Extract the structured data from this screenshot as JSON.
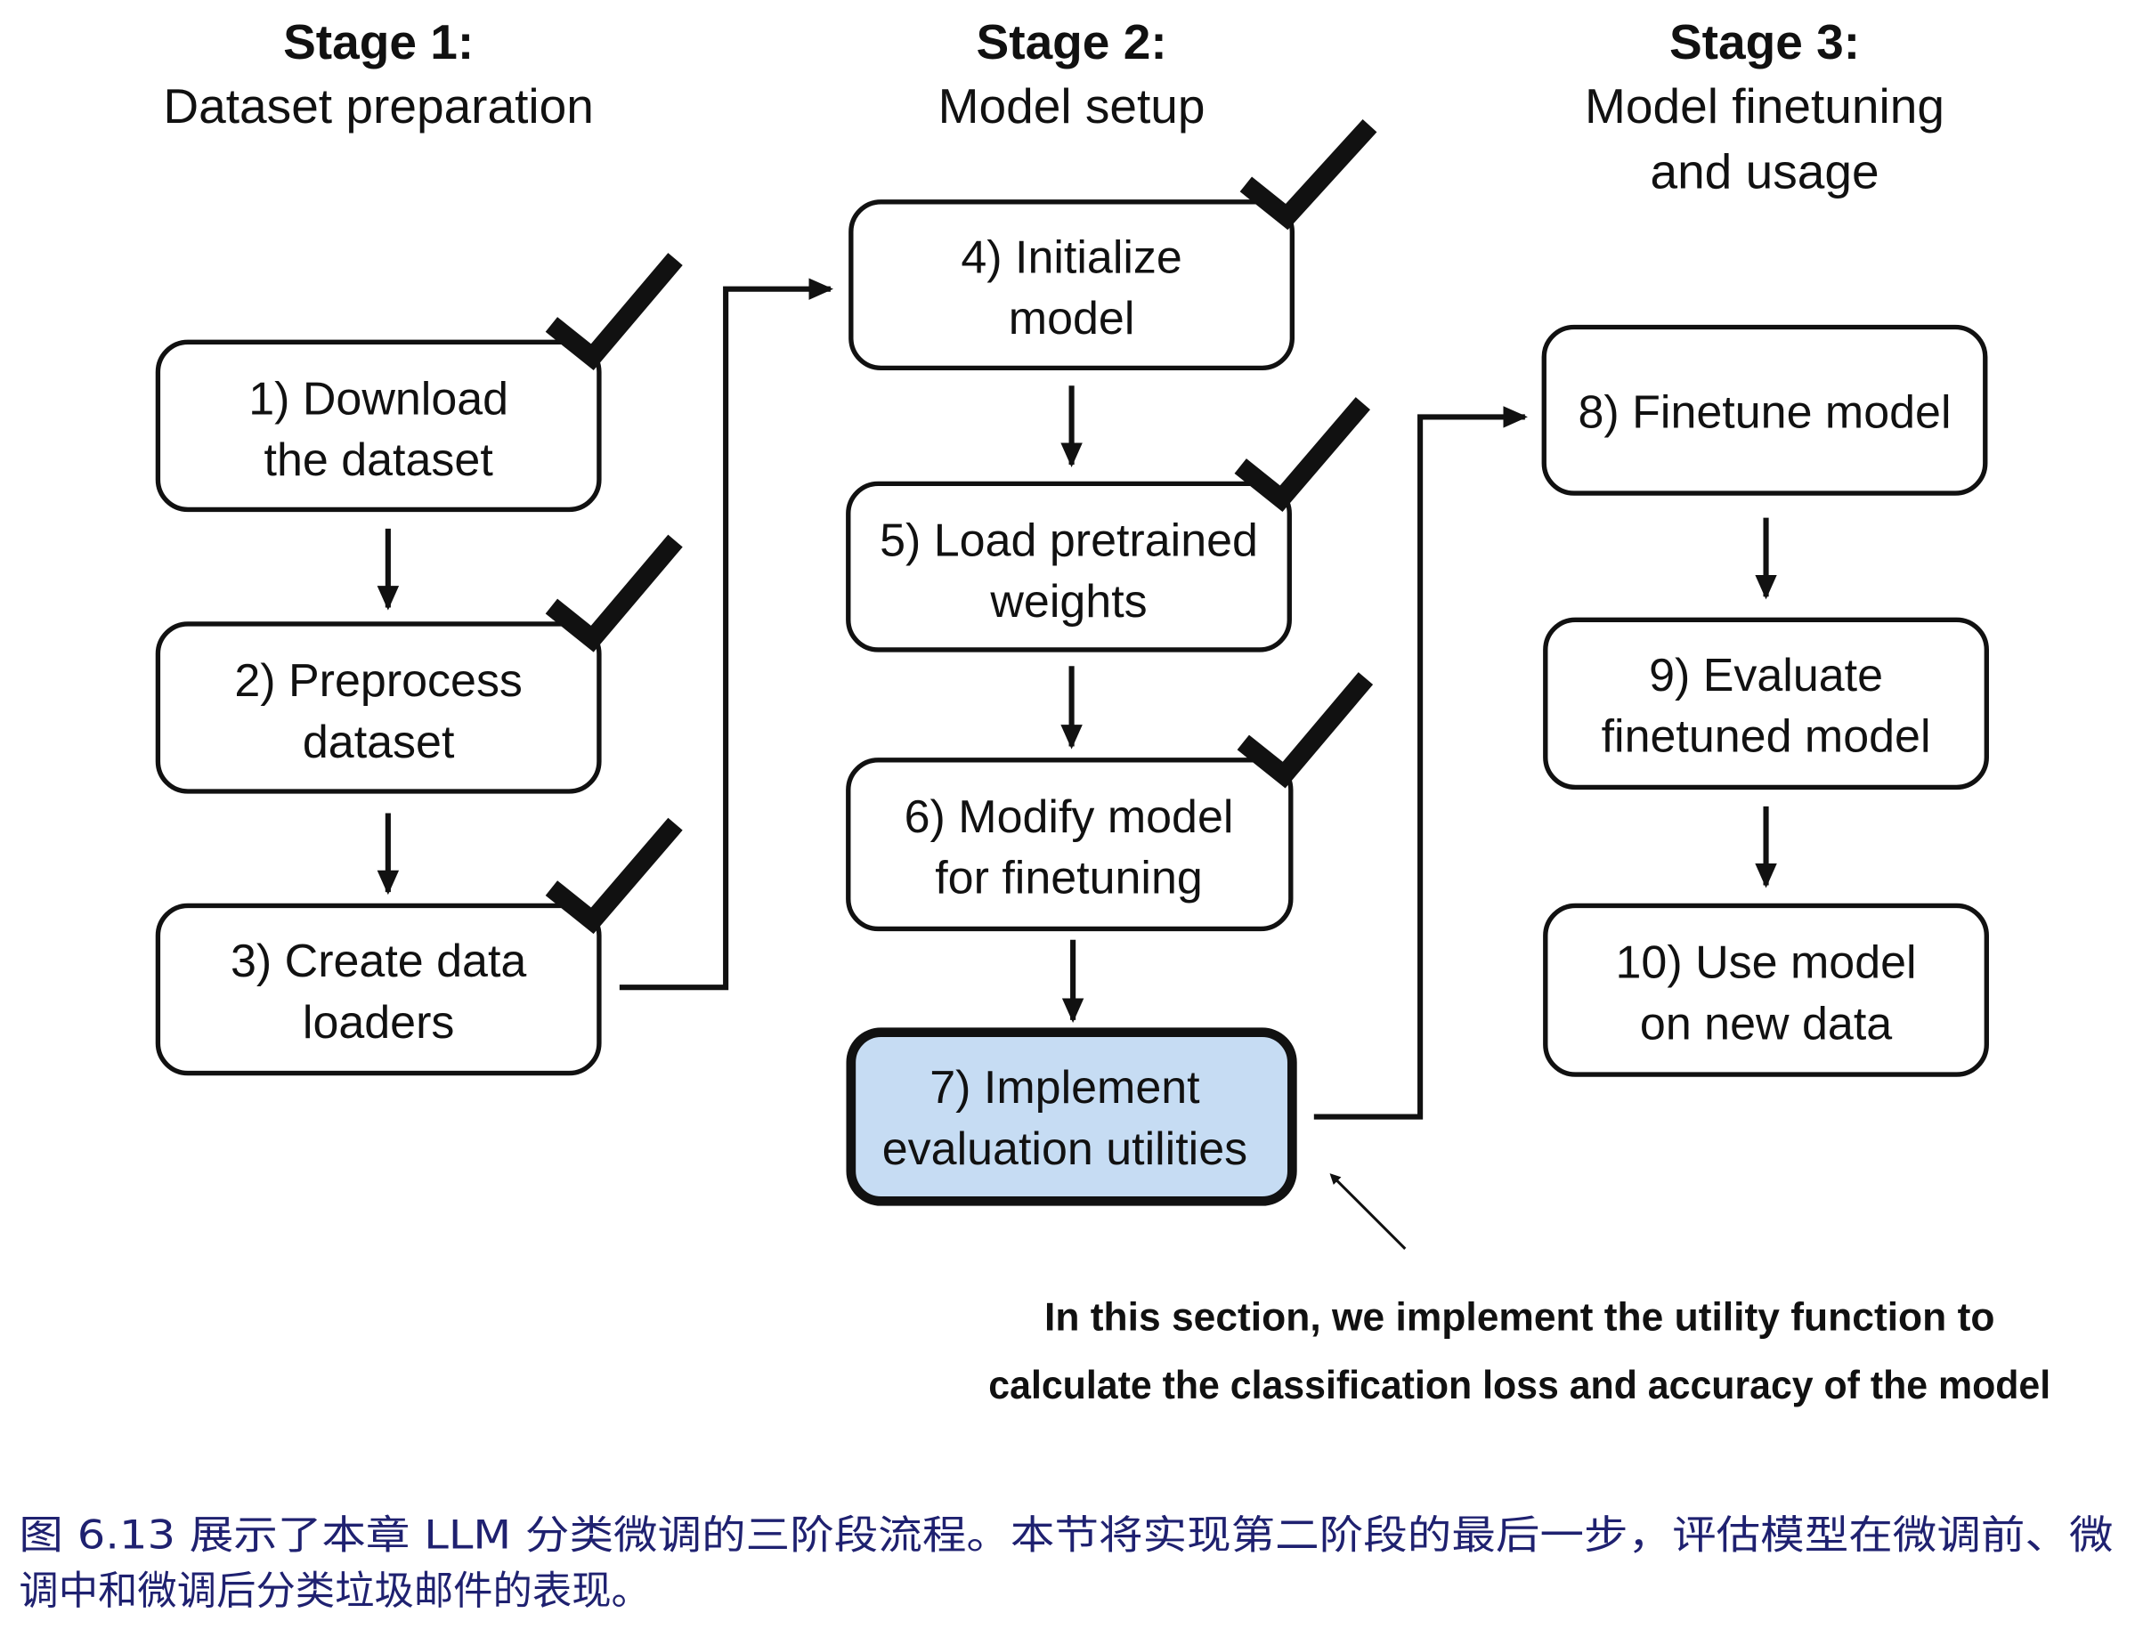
{
  "stages": [
    {
      "title": "Stage 1:",
      "subtitle": [
        "Dataset preparation"
      ]
    },
    {
      "title": "Stage 2:",
      "subtitle": [
        "Model setup"
      ]
    },
    {
      "title": "Stage 3:",
      "subtitle": [
        "Model finetuning",
        "and usage"
      ]
    }
  ],
  "steps": [
    {
      "lines": [
        "1) Download",
        "the dataset"
      ],
      "checked": true
    },
    {
      "lines": [
        "2) Preprocess",
        "dataset"
      ],
      "checked": true
    },
    {
      "lines": [
        "3) Create data",
        "loaders"
      ],
      "checked": true
    },
    {
      "lines": [
        "4) Initialize",
        "model"
      ],
      "checked": true
    },
    {
      "lines": [
        "5) Load pretrained",
        "weights"
      ],
      "checked": true
    },
    {
      "lines": [
        "6) Modify model",
        "for finetuning"
      ],
      "checked": true
    },
    {
      "lines": [
        "7) Implement",
        "evaluation utilities"
      ],
      "checked": false,
      "highlighted": true
    },
    {
      "lines": [
        "8) Finetune model"
      ],
      "checked": false
    },
    {
      "lines": [
        "9) Evaluate",
        "finetuned model"
      ],
      "checked": false
    },
    {
      "lines": [
        "10) Use model",
        "on new data"
      ],
      "checked": false
    }
  ],
  "annotation": [
    "In this section, we implement the utility function to",
    "calculate the classification loss and accuracy of the model"
  ],
  "caption": [
    "图 6.13 展示了本章 LLM 分类微调的三阶段流程。本节将实现第二阶段的最后一步，评估模型在微调前、微",
    "调中和微调后分类垃圾邮件的表现。"
  ],
  "colors": {
    "highlight": "#c6dcf3",
    "caption": "#1f2170"
  }
}
